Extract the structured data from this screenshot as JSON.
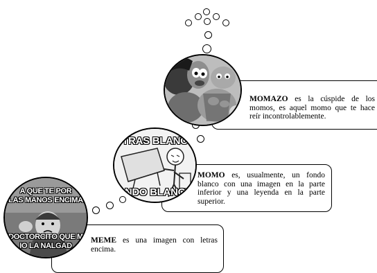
{
  "levels": {
    "momazo": {
      "term": "MOMAZO",
      "description": "es la cúspide de los momos, es aquel momo que te hace reír incontrolablemente."
    },
    "momo": {
      "term": "MOMO",
      "description": "es, usualmente, un fondo blanco con una imagen en la parte inferior y una leyenda en la parte superior."
    },
    "meme": {
      "term": "MEME",
      "description": "es una imagen con letras encima."
    }
  },
  "images": {
    "meme_top_1": "A QUE TE POR",
    "meme_top_2": "LAS MANOS ENCIMA",
    "meme_bottom_1": "DOCTORCITO QUE M",
    "meme_bottom_2": "IO LA NALGAD",
    "momo_top": "TRAS BLANC",
    "momo_bottom": "NDO BLANC"
  }
}
